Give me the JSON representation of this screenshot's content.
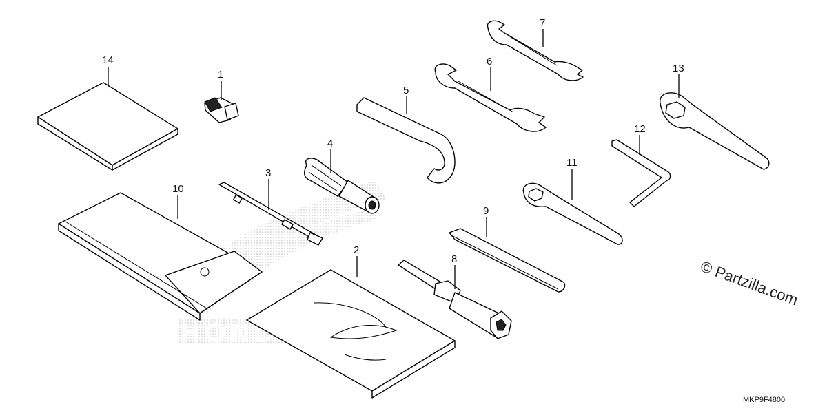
{
  "callouts": [
    {
      "id": "1",
      "part": "fuse"
    },
    {
      "id": "2",
      "part": "tool-bag"
    },
    {
      "id": "3",
      "part": "screwdriver-blade"
    },
    {
      "id": "4",
      "part": "screwdriver-handle"
    },
    {
      "id": "5",
      "part": "pin-spanner"
    },
    {
      "id": "6",
      "part": "open-end-wrench-10x14"
    },
    {
      "id": "7",
      "part": "open-end-wrench-8x12"
    },
    {
      "id": "8",
      "part": "spark-plug-wrench"
    },
    {
      "id": "9",
      "part": "extension-bar"
    },
    {
      "id": "10",
      "part": "tool-pouch"
    },
    {
      "id": "11",
      "part": "box-wrench"
    },
    {
      "id": "12",
      "part": "hex-key"
    },
    {
      "id": "13",
      "part": "ring-wrench"
    },
    {
      "id": "14",
      "part": "owners-manual"
    }
  ],
  "copyright": "© Partzilla.com",
  "diagram_code": "MKP9F4800",
  "watermark": "HONDA",
  "colors": {
    "line": "#000000",
    "background": "#ffffff",
    "watermark": "#bdbdbd"
  }
}
